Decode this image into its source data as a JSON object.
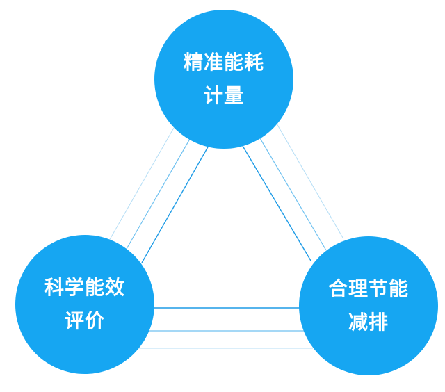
{
  "theme": {
    "node_color": "#16a6f2",
    "line_dark": "#1e9be6",
    "line_mid": "#6fc1f0",
    "line_light": "#b5def6"
  },
  "nodes": {
    "top": {
      "line1": "精准能耗",
      "line2": "计量"
    },
    "left": {
      "line1": "科学能效",
      "line2": "评价"
    },
    "right": {
      "line1": "合理节能",
      "line2": "减排"
    }
  }
}
